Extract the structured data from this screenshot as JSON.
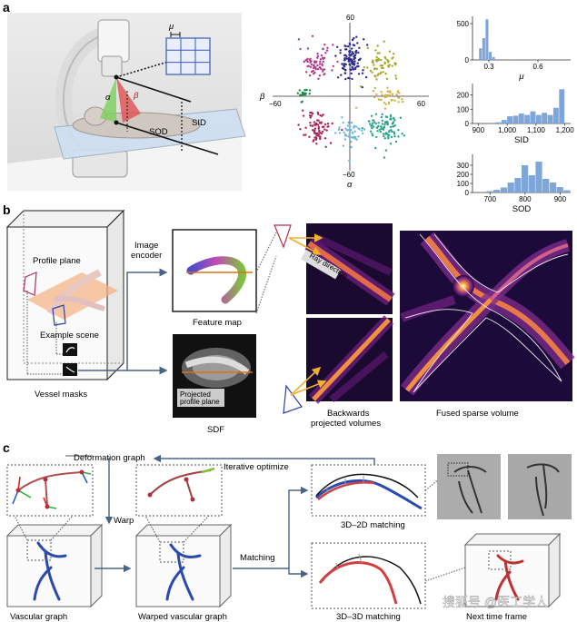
{
  "panels": {
    "a": {
      "label": "a",
      "scene_labels": {
        "mu": "μ",
        "alpha": "α",
        "beta": "β",
        "sod": "SOD",
        "sid": "SID"
      },
      "scatter": {
        "alpha_axis": "α",
        "beta_axis": "β",
        "t_top": "60",
        "t_bottom": "−60",
        "t_left": "−60",
        "t_right": "60"
      }
    },
    "b": {
      "label": "b",
      "profile_plane": "Profile plane",
      "example_scene": "Example scene",
      "vessel_masks": "Vessel masks",
      "image_encoder_1": "Image",
      "image_encoder_2": "encoder",
      "feature_map": "Feature map",
      "sdf": "SDF",
      "projected_1": "Projected",
      "projected_2": "profile plane",
      "ray_direction": "Ray direction",
      "backwards_1": "Backwards",
      "backwards_2": "projected volumes",
      "fused": "Fused sparse volume"
    },
    "c": {
      "label": "c",
      "deformation_graph": "Deformation graph",
      "iterative": "Iterative optimize",
      "warp": "Warp",
      "matching": "Matching",
      "vascular_graph": "Vascular graph",
      "warped_graph": "Warped vascular graph",
      "m3d2d": "3D–2D matching",
      "m3d3d": "3D–3D matching",
      "next_frame": "Next time frame",
      "watermark": "搜狐号 @医工学人"
    }
  },
  "chart_data": [
    {
      "type": "scatter",
      "xlabel": "β",
      "ylabel": "α",
      "xlim": [
        -70,
        70
      ],
      "ylim": [
        -65,
        65
      ],
      "xticks": [
        -60,
        60
      ],
      "yticks": [
        60,
        -60
      ],
      "clusters": [
        {
          "color": "#b03a8e",
          "cx": -30,
          "cy": 30,
          "sx": 8,
          "sy": 7,
          "n": 70
        },
        {
          "color": "#2c2a8c",
          "cx": 0,
          "cy": 32,
          "sx": 6,
          "sy": 10,
          "n": 110
        },
        {
          "color": "#a8a62a",
          "cx": 28,
          "cy": 30,
          "sx": 7,
          "sy": 6,
          "n": 60
        },
        {
          "color": "#1e8a4a",
          "cx": -42,
          "cy": 2,
          "sx": 3,
          "sy": 3,
          "n": 20
        },
        {
          "color": "#d4b24a",
          "cx": 35,
          "cy": 0,
          "sx": 7,
          "sy": 4,
          "n": 45
        },
        {
          "color": "#a8275a",
          "cx": -30,
          "cy": -28,
          "sx": 7,
          "sy": 7,
          "n": 80
        },
        {
          "color": "#6fb8dc",
          "cx": 0,
          "cy": -32,
          "sx": 6,
          "sy": 6,
          "n": 50
        },
        {
          "color": "#2aa38a",
          "cx": 30,
          "cy": -28,
          "sx": 8,
          "sy": 8,
          "n": 90
        }
      ]
    },
    {
      "type": "bar",
      "title": "",
      "xlabel": "μ",
      "xlim": [
        0.2,
        0.8
      ],
      "ylim": [
        0,
        600
      ],
      "xticks": [
        0.3,
        0.6
      ],
      "yticks": [
        0,
        500
      ],
      "bin_width": 0.02,
      "bins_start": 0.24,
      "values": [
        160,
        300,
        560,
        110,
        40
      ]
    },
    {
      "type": "bar",
      "xlabel": "SID",
      "xlim": [
        880,
        1220
      ],
      "ylim": [
        0,
        280
      ],
      "xticks": [
        900,
        1000,
        1100,
        1200
      ],
      "xtick_labels": [
        "900",
        "1,000",
        "1,100",
        "1,200"
      ],
      "yticks": [
        0,
        100,
        200
      ],
      "bin_width": 20,
      "bins_start": 960,
      "values": [
        8,
        25,
        50,
        55,
        70,
        60,
        85,
        60,
        75,
        60,
        110,
        240
      ]
    },
    {
      "type": "bar",
      "xlabel": "SOD",
      "xlim": [
        650,
        930
      ],
      "ylim": [
        0,
        420
      ],
      "xticks": [
        700,
        800,
        900
      ],
      "yticks": [
        0,
        100,
        200,
        300
      ],
      "bin_width": 20,
      "bins_start": 690,
      "values": [
        15,
        30,
        55,
        110,
        160,
        300,
        190,
        340,
        150,
        110,
        60,
        25
      ]
    }
  ]
}
